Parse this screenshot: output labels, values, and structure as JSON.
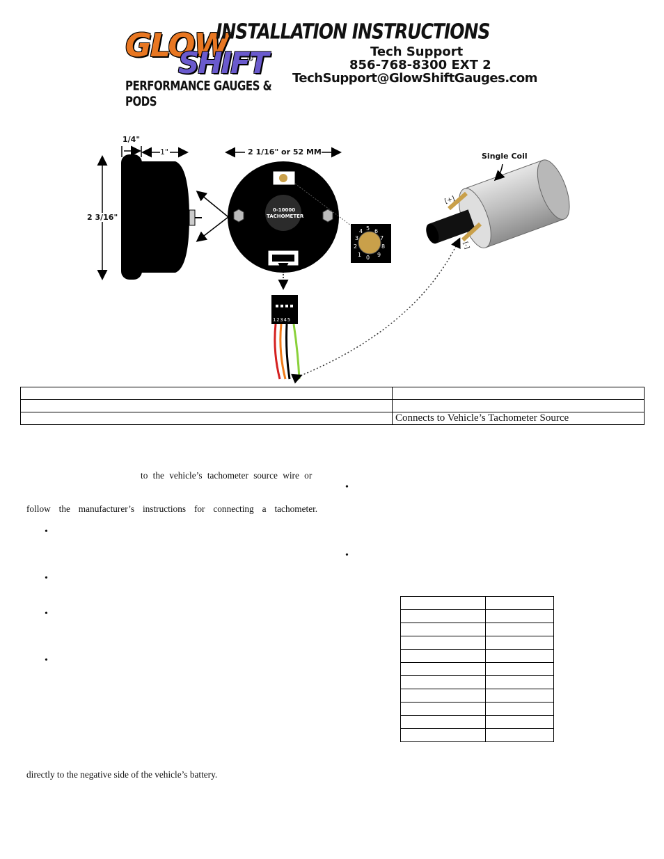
{
  "logo": {
    "glow": "GLOW",
    "shift": "SHIFT",
    "registered": "®",
    "tagline": "PERFORMANCE GAUGES & PODS"
  },
  "header": {
    "title": "INSTALLATION INSTRUCTIONS",
    "support_label": "Tech Support",
    "phone": "856-768-8300 EXT 2",
    "email": "TechSupport@GlowShiftGauges.com"
  },
  "diagram": {
    "dim_bezel": "1/4\"",
    "dim_depth": "1\"",
    "dim_height": "2 3/16\"",
    "dim_diameter": "2 1/16\" or 52 MM",
    "gauge_range": "0-10000",
    "gauge_name": "TACHOMETER",
    "dial_numbers": [
      "1",
      "2",
      "3",
      "4",
      "5",
      "6",
      "7",
      "8",
      "9",
      "0"
    ],
    "coil_label": "Single Coil",
    "coil_plus": "[+]",
    "coil_minus": "[-]",
    "connector_pins": "12345"
  },
  "wire_table": {
    "rows": [
      {
        "left": "",
        "right": ""
      },
      {
        "left": "",
        "right": ""
      },
      {
        "left": "",
        "right": "Connects to Vehicle’s Tachometer Source"
      }
    ]
  },
  "instructions": {
    "line1": "to the vehicle’s tachometer source wire or",
    "line2": "follow the manufacturer’s instructions for connecting a tachometer.",
    "line3": "directly to the negative side of the vehicle’s battery.",
    "bullet_char": "•"
  },
  "rpm_table": {
    "rows": [
      [
        "",
        ""
      ],
      [
        "",
        ""
      ],
      [
        "",
        ""
      ],
      [
        "",
        ""
      ],
      [
        "",
        ""
      ],
      [
        "",
        ""
      ],
      [
        "",
        ""
      ],
      [
        "",
        ""
      ],
      [
        "",
        ""
      ],
      [
        "",
        ""
      ],
      [
        "",
        ""
      ]
    ]
  }
}
